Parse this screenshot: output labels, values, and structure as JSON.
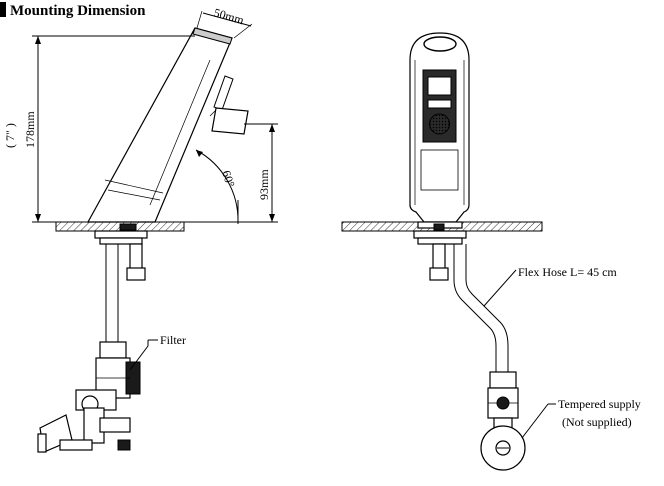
{
  "title": "Mounting Dimension",
  "dimensions": {
    "width": "50mm",
    "height": "178mm",
    "height_inch": "( 7\" )",
    "spout_height": "93mm",
    "angle": "60°"
  },
  "labels": {
    "filter": "Filter",
    "flex_hose": "Flex Hose L= 45 cm",
    "tempered_supply": "Tempered supply",
    "not_supplied": "(Not supplied)"
  }
}
